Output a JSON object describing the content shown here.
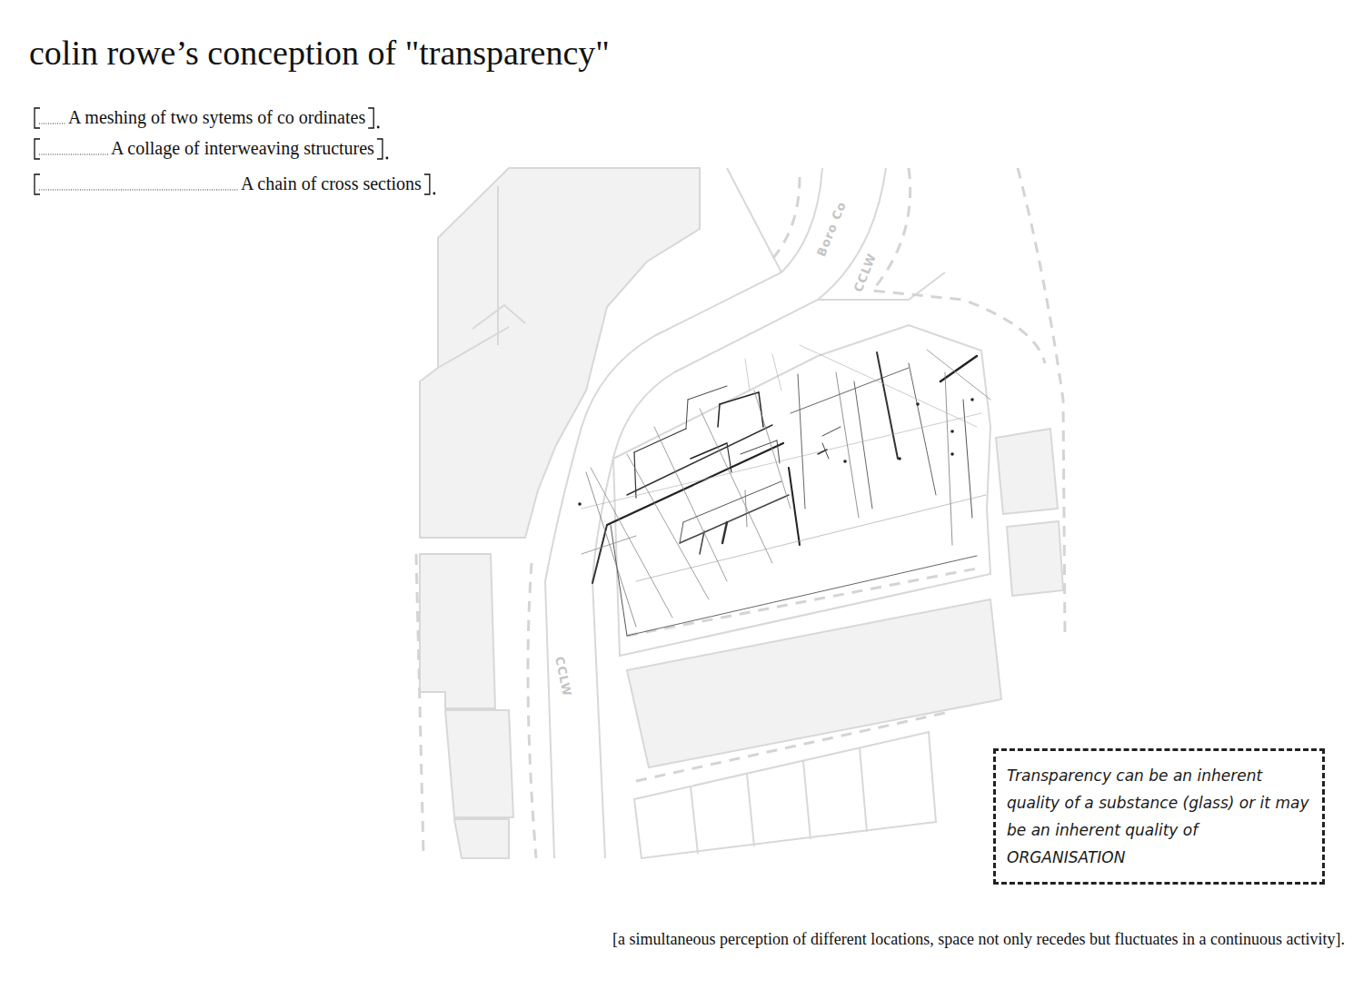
{
  "diagram": {
    "title": "colin rowe’s conception of \"transparency\"",
    "caption": "[a simultaneous perception of different locations, space not only recedes but fluctuates in a continuous activity].",
    "nodes": [
      {
        "text": [
          "Transparency can be an inherent quality of a substance (glass) or it may be an inherent quality of ORGANISATION"
        ]
      }
    ],
    "labels": [
      "A meshing of two sytems of co ordinates",
      "A collage of interweaving structures",
      "A chain of cross sections",
      "Boro Co",
      "CCLW",
      "CCLW"
    ]
  }
}
